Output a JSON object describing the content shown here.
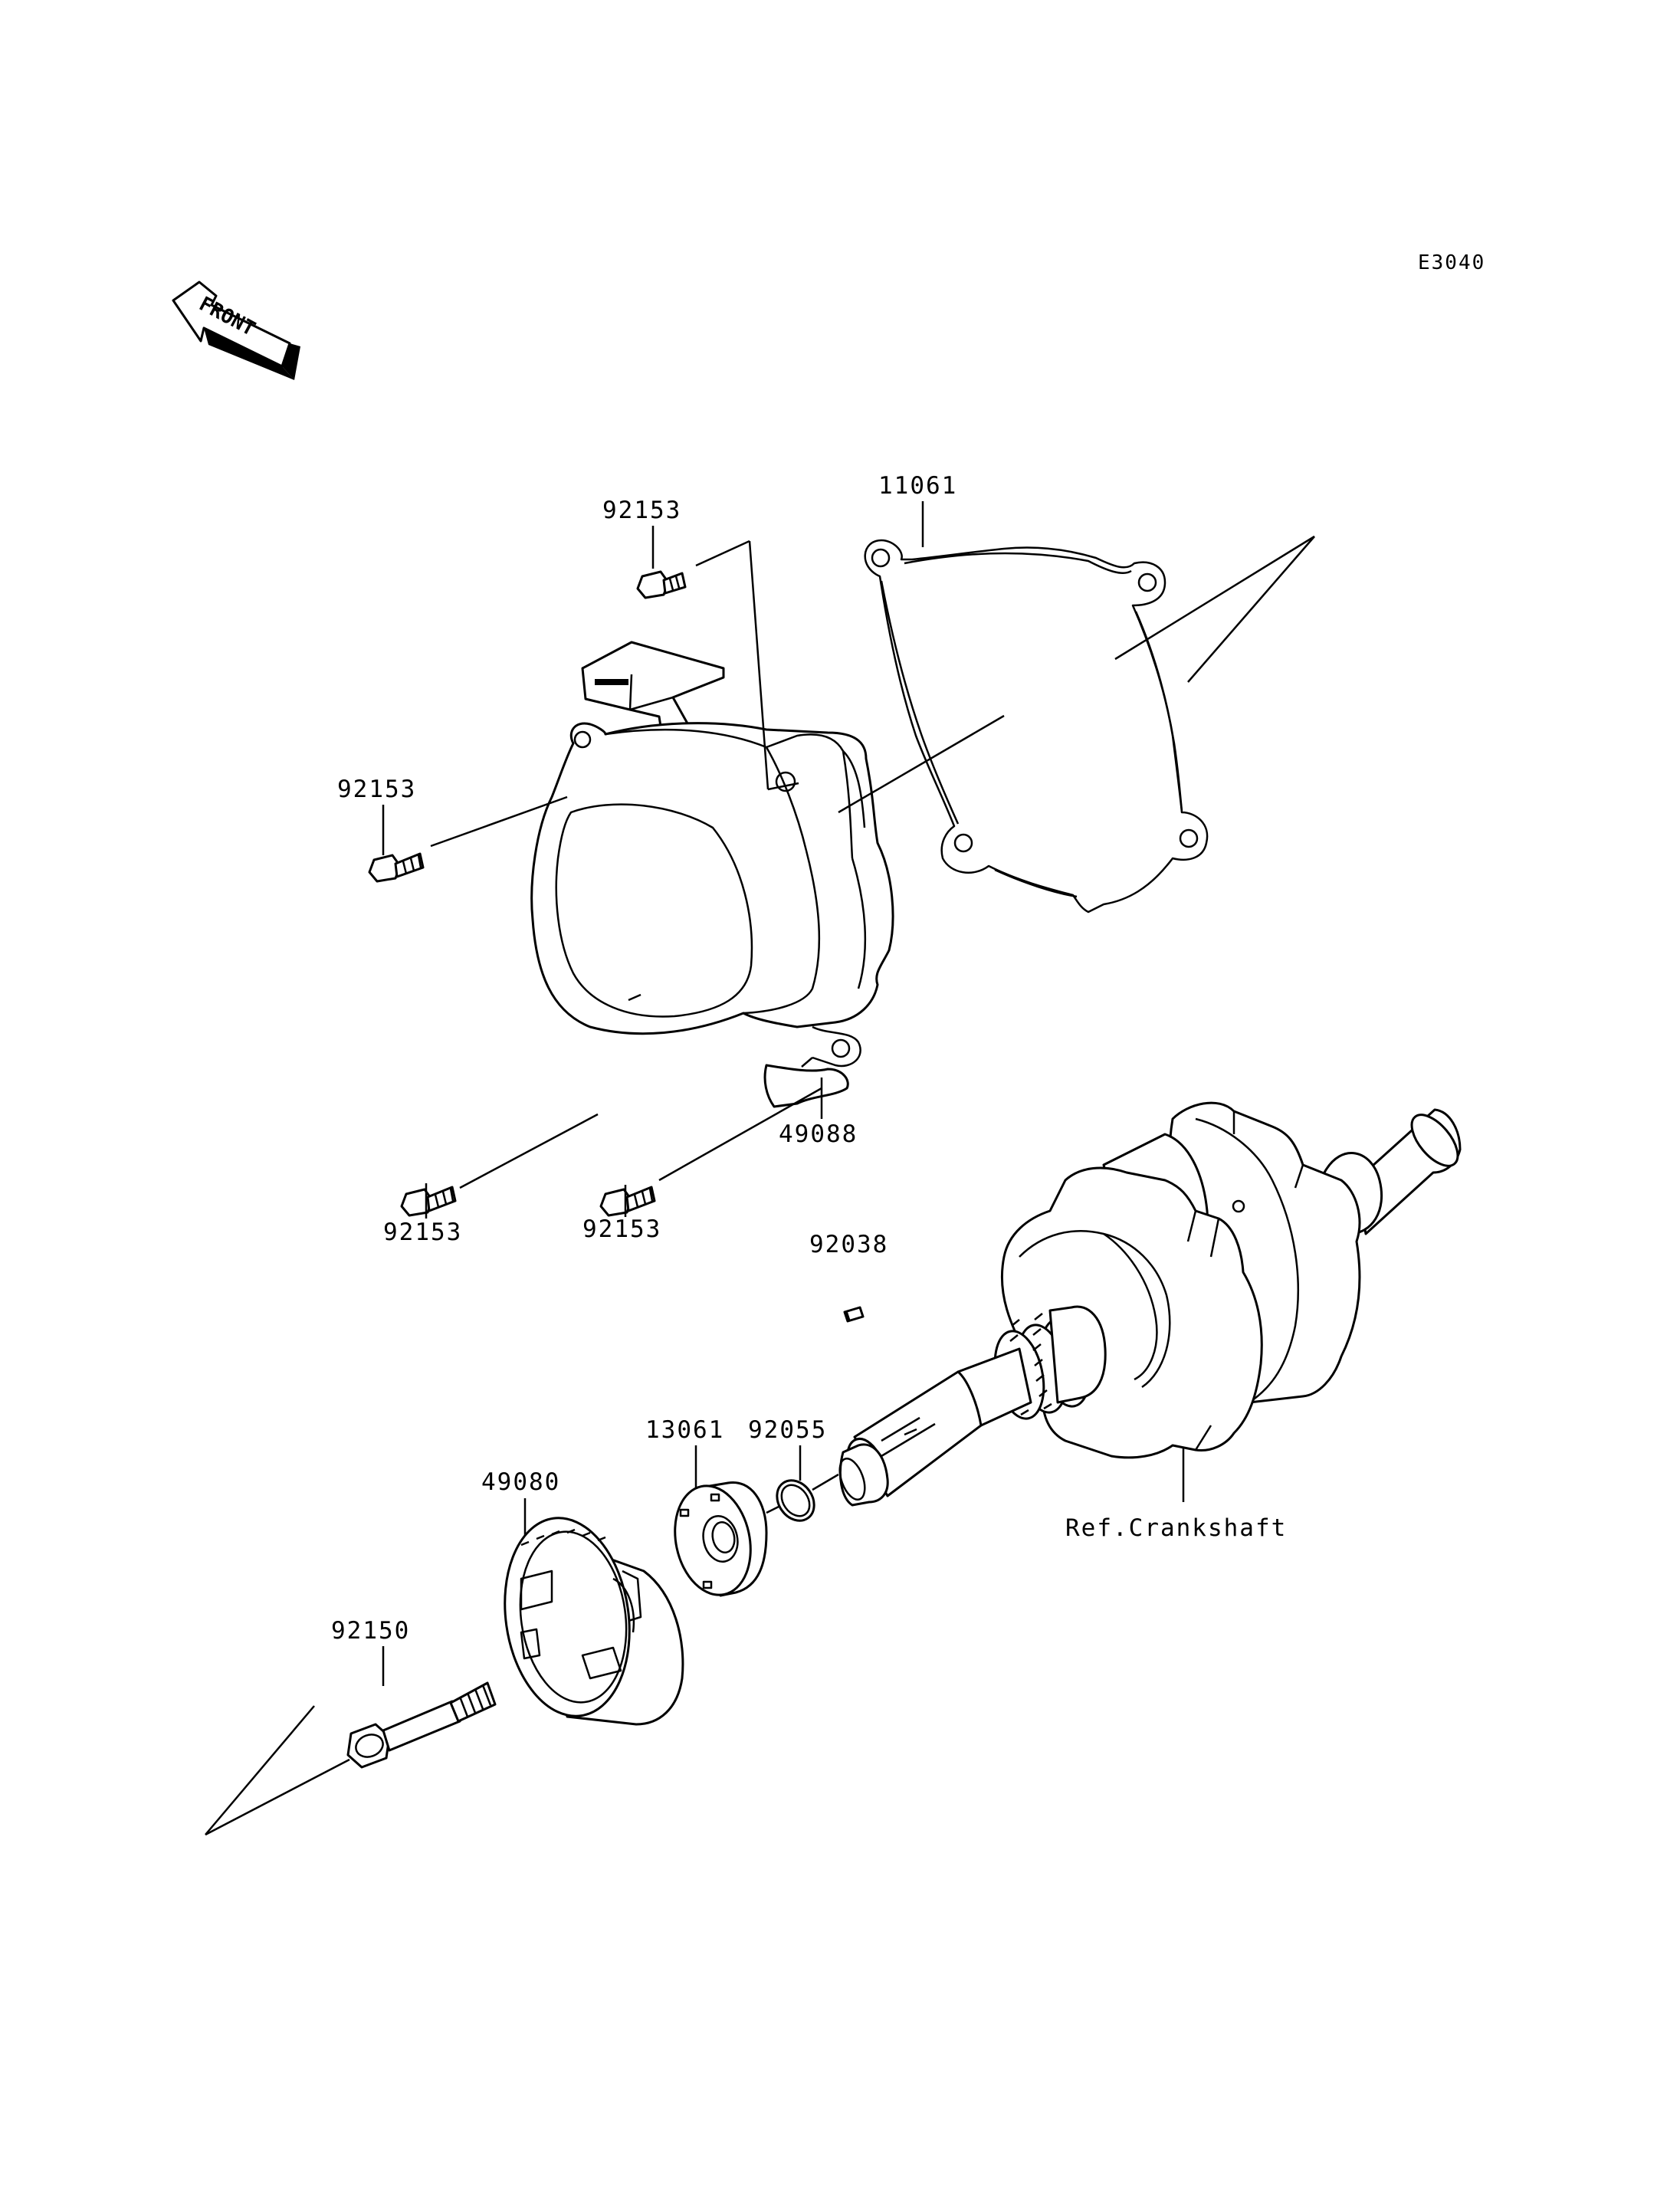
{
  "diagram_code": "E3040",
  "front_label": "FRONT",
  "parts": {
    "p92153_top": "92153",
    "p11061": "11061",
    "p92153_left": "92153",
    "p92153_bl": "92153",
    "p92153_bm": "92153",
    "p49088": "49088",
    "p92038": "92038",
    "p13061": "13061",
    "p92055": "92055",
    "p49080": "49080",
    "p92150": "92150",
    "ref_crankshaft": "Ref.Crankshaft"
  }
}
